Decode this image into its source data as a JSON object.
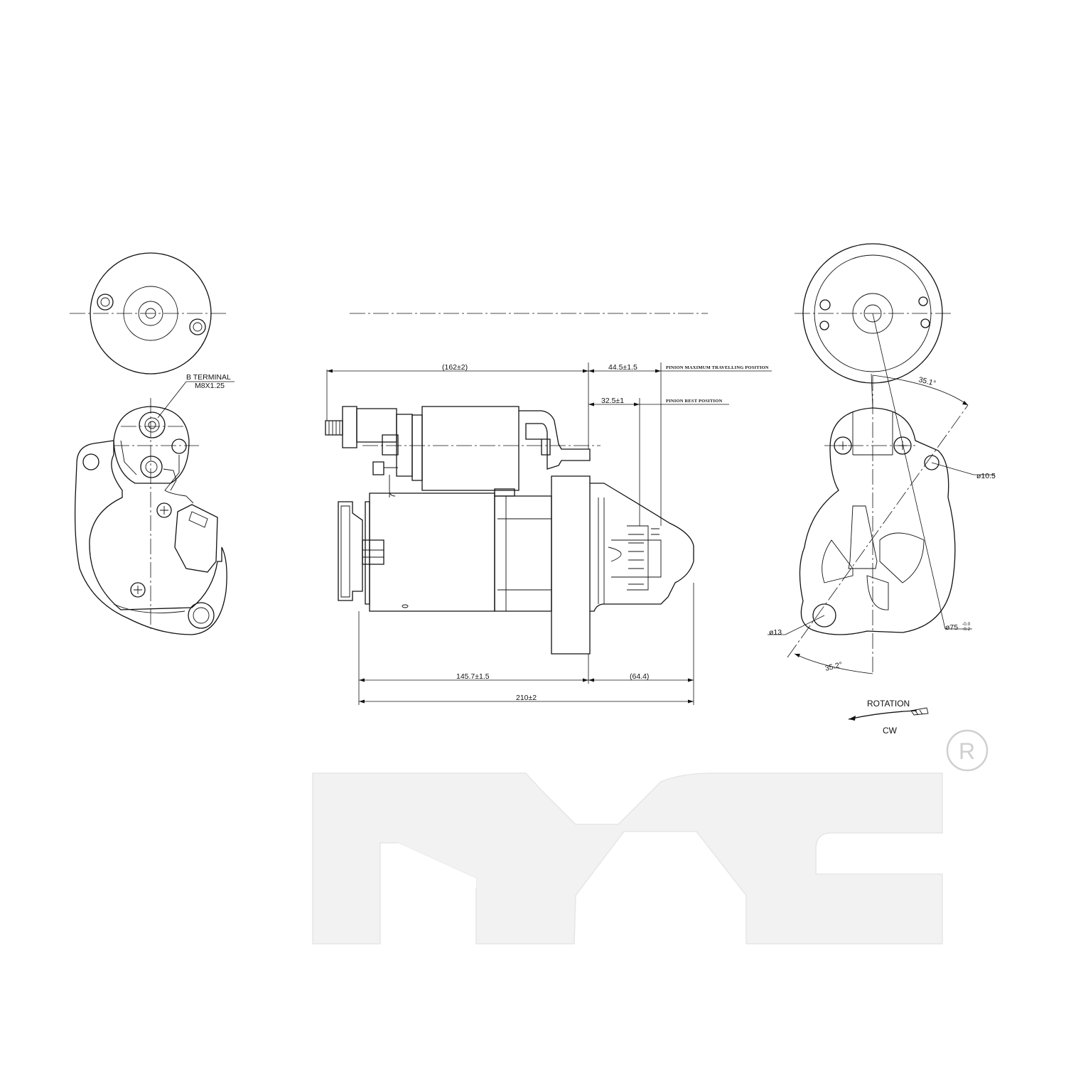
{
  "drawing": {
    "left_view": {
      "terminal_label": "B TERMINAL",
      "terminal_thread": "M8X1.25"
    },
    "side_view": {
      "dim_overall_top": "(162±2)",
      "dim_pinion_max": "44.5±1.5",
      "label_pinion_max": "PINION MAXIMUM TRAVELLING POSITION",
      "dim_pinion_rest": "32.5±1",
      "label_pinion_rest": "PINION REST POSITION",
      "dim_body": "145.7±1.5",
      "dim_nose": "(64.4)",
      "dim_total": "210±2"
    },
    "front_view": {
      "angle_top": "35.1°",
      "angle_bottom": "35.2°",
      "hole_small": "ø10.5",
      "hole_large": "ø13",
      "pilot_diameter": "ø75",
      "pilot_tol_upper": "-0.0",
      "pilot_tol_lower": "-0.2",
      "rotation_label": "ROTATION",
      "rotation_dir": "CW"
    }
  },
  "logo": {
    "text": "TYC",
    "registered_mark": "R"
  }
}
